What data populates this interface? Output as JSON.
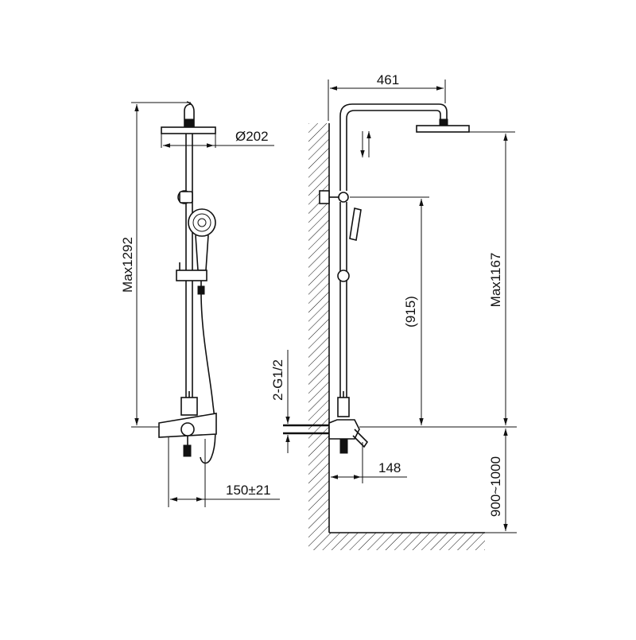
{
  "front_view": {
    "dim_height": "Max1292",
    "dim_head_diameter": "Ø202",
    "dim_inlet_spacing": "150±21"
  },
  "side_view": {
    "dim_arm_length": "461",
    "dim_slide_height": "(915)",
    "dim_head_height": "Max1167",
    "dim_thread": "2-G1/2",
    "dim_wall_offset": "148",
    "dim_mount_height": "900~1000"
  }
}
